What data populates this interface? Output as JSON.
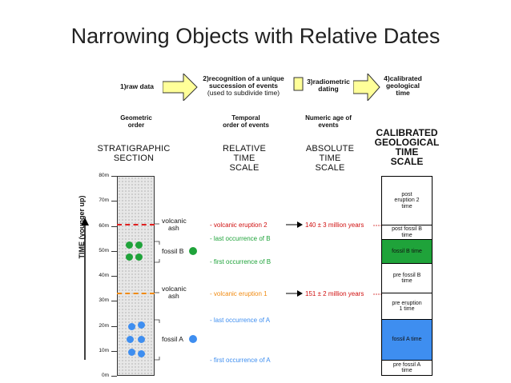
{
  "title": "Narrowing Objects with Relative Dates",
  "steps": {
    "s1": "1)raw data",
    "s2_line1": "2)recognition of a unique",
    "s2_line2": "succession of events",
    "s2_sub": "(used to subdivide time)",
    "s3_line1": "3)radiometric",
    "s3_line2": "dating",
    "s4_line1": "4)calibrated",
    "s4_line2": "geological",
    "s4_line3": "time"
  },
  "columns": {
    "geometric_l1": "Geometric",
    "geometric_l2": "order",
    "temporal_l1": "Temporal",
    "temporal_l2": "order of events",
    "numeric_l1": "Numeric age of",
    "numeric_l2": "events",
    "strat_l1": "STRATIGRAPHIC",
    "strat_l2": "SECTION",
    "rel_l1": "RELATIVE",
    "rel_l2": "TIME",
    "rel_l3": "SCALE",
    "abs_l1": "ABSOLUTE",
    "abs_l2": "TIME",
    "abs_l3": "SCALE",
    "cal_l1": "CALIBRATED",
    "cal_l2": "GEOLOGICAL",
    "cal_l3": "TIME",
    "cal_l4": "SCALE"
  },
  "axis": {
    "label": "TIME (younger up)",
    "ticks": [
      "80m",
      "70m",
      "60m",
      "50m",
      "40m",
      "30m",
      "20m",
      "10m",
      "0m"
    ]
  },
  "section_labels": {
    "ash_top_l1": "volcanic",
    "ash_top_l2": "ash",
    "fossil_b": "fossil B",
    "ash_bottom_l1": "volcanic",
    "ash_bottom_l2": "ash",
    "fossil_a": "fossil A"
  },
  "events": {
    "eruption2": "- volcanic eruption 2",
    "last_b": "- last occurrence of B",
    "first_b": "- first occurrence of B",
    "eruption1": "- volcanic eruption 1",
    "last_a": "- last occurrence of A",
    "first_a": "- first occurrence of A"
  },
  "dates": {
    "d2": "140 ± 3 million years",
    "d1": "151 ± 2 million years"
  },
  "calibrated": {
    "post_eruption2_l1": "post",
    "post_eruption2_l2": "eruption 2",
    "post_eruption2_l3": "time",
    "post_fossil_b_l1": "post fossil B",
    "post_fossil_b_l2": "time",
    "fossil_b_time": "fossil B time",
    "pre_fossil_b_l1": "pre fossil B",
    "pre_fossil_b_l2": "time",
    "pre_eruption1_l1": "pre eruption",
    "pre_eruption1_l2": "1 time",
    "fossil_a_time": "fossil A time",
    "pre_fossil_a_l1": "pre fossil A",
    "pre_fossil_a_l2": "time"
  },
  "colors": {
    "eruption": "#d01010",
    "fossil_b": "#1fa33a",
    "fossil_a": "#3e8ef0",
    "ash_top": "#e02020",
    "ash_bottom": "#f08a10",
    "arrow_fill": "#ffff99"
  }
}
